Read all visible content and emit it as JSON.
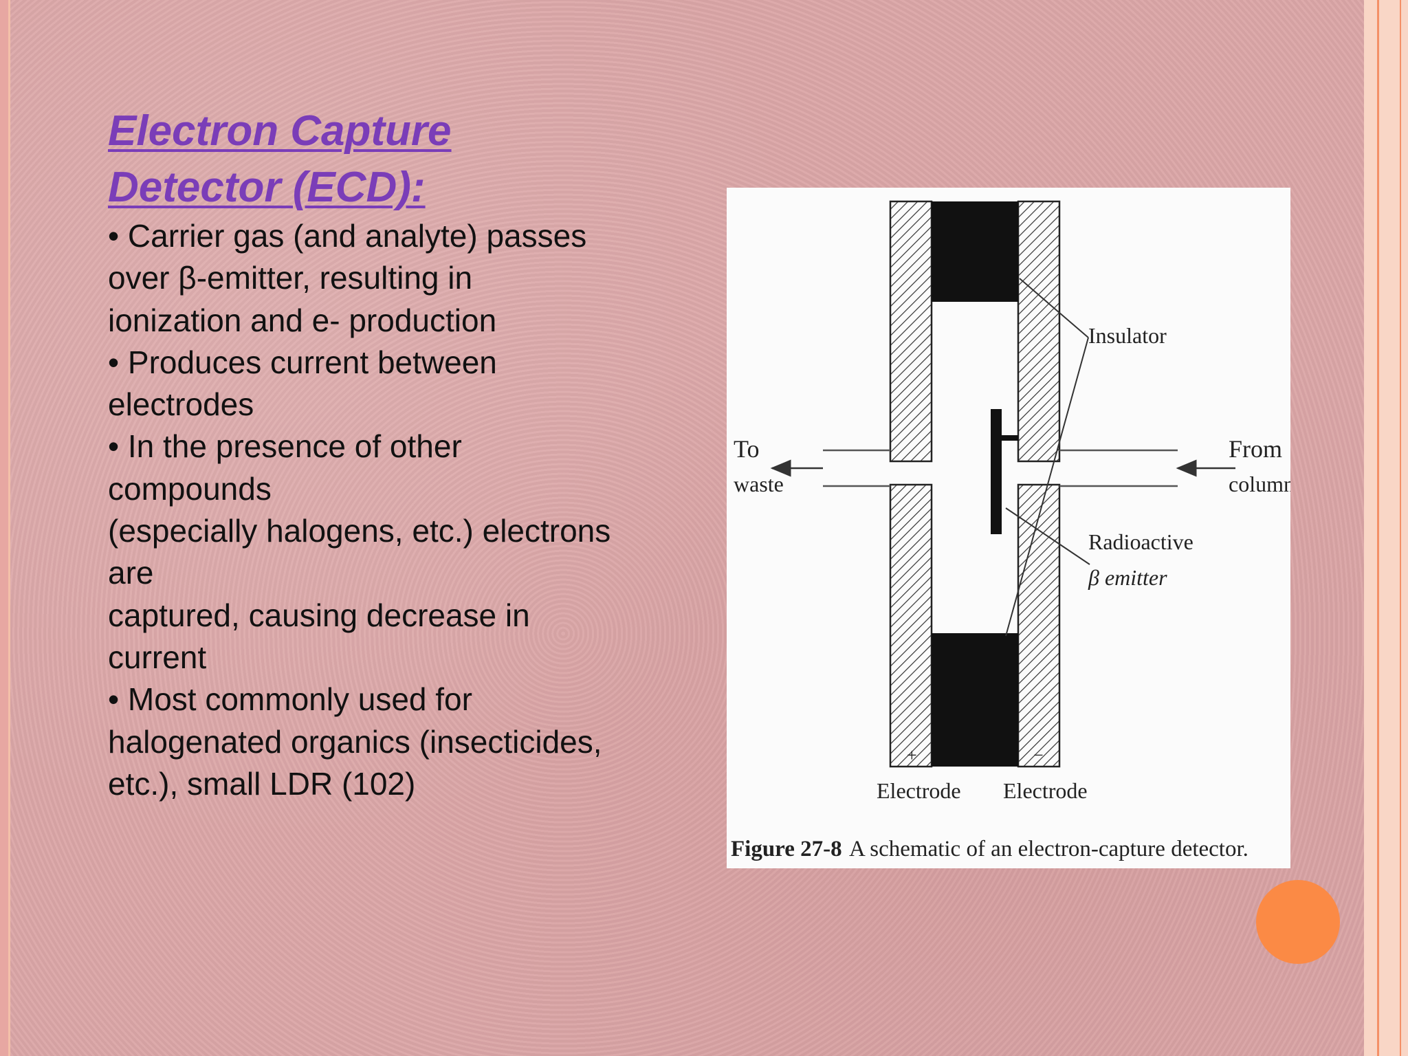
{
  "slide": {
    "title_lines": [
      "Electron Capture",
      "Detector (ECD):"
    ],
    "body_lines": [
      "• Carrier gas (and analyte) passes",
      "over β-emitter, resulting in",
      "ionization and e- production",
      "• Produces current between",
      "electrodes",
      "• In the presence of other",
      "compounds",
      "(especially halogens, etc.) electrons",
      "are",
      "captured, causing decrease in",
      "current",
      "• Most commonly used for",
      "halogenated organics (insecticides,",
      "etc.), small LDR (102)"
    ]
  },
  "figure": {
    "labels": {
      "to": "To",
      "waste": "waste",
      "from": "From",
      "column": "column",
      "insulator": "Insulator",
      "radioactive": "Radioactive",
      "beta_emitter": "β emitter",
      "plus": "+",
      "minus": "−",
      "electrode_left": "Electrode",
      "electrode_right": "Electrode"
    },
    "caption_bold": "Figure 27-8",
    "caption_text": "A schematic of an electron-capture detector."
  },
  "colors": {
    "title": "#7a3db8",
    "accent_dot": "#fb8a45",
    "border_lines": "#f49067"
  }
}
